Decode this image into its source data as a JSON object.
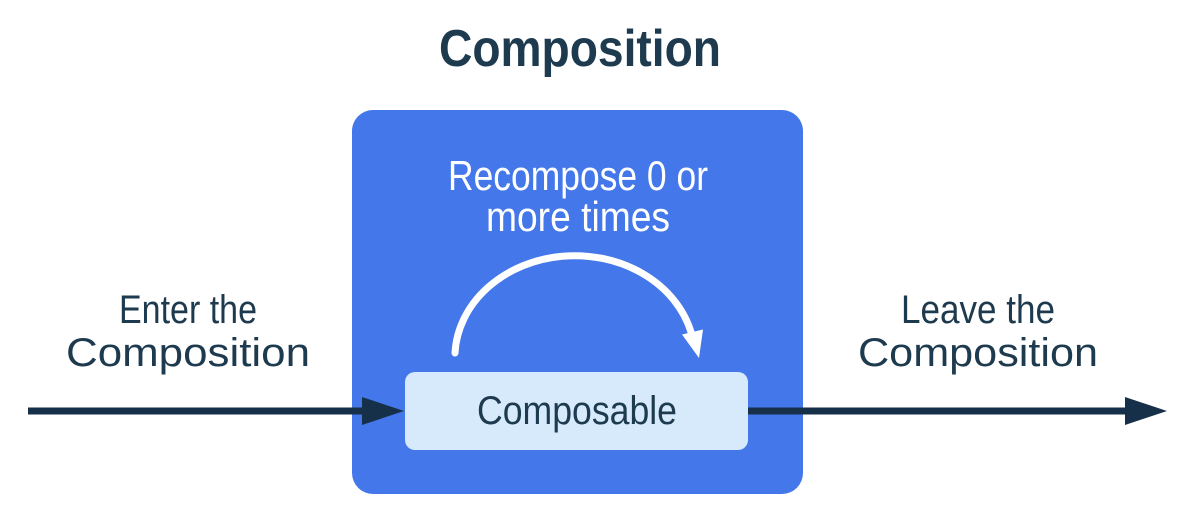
{
  "title": "Composition",
  "colors": {
    "blue": "#4377EA",
    "light_blue": "#D6EAFB",
    "dark_navy": "#1D3A4E",
    "arrow_dark": "#17304A",
    "white": "#FFFFFF",
    "background": "#FFFFFF"
  },
  "diagram": {
    "enter_label": [
      "Enter the",
      "Composition"
    ],
    "leave_label": [
      "Leave the",
      "Composition"
    ],
    "recompose_label": [
      "Recompose 0 or",
      "more times"
    ],
    "composable_label": "Composable"
  }
}
